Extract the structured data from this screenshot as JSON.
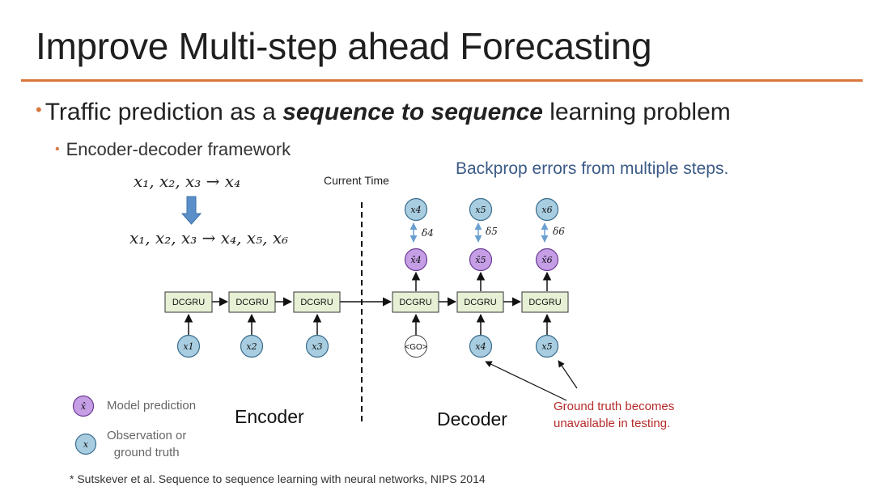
{
  "slide": {
    "title": "Improve Multi-step ahead Forecasting",
    "bullet1": {
      "pre": "Traffic prediction as a ",
      "emphasis": "sequence to sequence",
      "post": " learning problem"
    },
    "bullet2": "Encoder-decoder framework",
    "citation": "* Sutskever et al. Sequence to sequence learning with neural networks, NIPS 2014"
  },
  "diagram": {
    "eq_top": "x₁, x₂, x₃ → x₄",
    "eq_bottom": "x₁, x₂, x₃ → x₄, x₅, x₆",
    "current_time": "Current Time",
    "backprop": "Backprop errors from multiple steps.",
    "cell_label": "DCGRU",
    "encoder_label": "Encoder",
    "decoder_label": "Decoder",
    "encoder_inputs": [
      "x1",
      "x2",
      "x3"
    ],
    "decoder_inputs": [
      "<GO>",
      "x4",
      "x5"
    ],
    "predictions": [
      "x̂4",
      "x̂5",
      "x̂6"
    ],
    "targets": [
      "x4",
      "x5",
      "x6"
    ],
    "deltas": [
      "δ4",
      "δ5",
      "δ6"
    ],
    "ground_truth_note_line1": "Ground truth becomes",
    "ground_truth_note_line2": "unavailable in testing.",
    "colors": {
      "observation": "#a8cde0",
      "prediction": "#c59ee6",
      "cell": "#e7f0d5",
      "accent": "#d9773e",
      "backprop": "#3b5a86",
      "note": "#b52a2a"
    }
  },
  "legend": {
    "pred_symbol": "x̂",
    "pred_label": "Model prediction",
    "obs_symbol": "x",
    "obs_label_line1": "Observation or",
    "obs_label_line2": "ground truth"
  }
}
